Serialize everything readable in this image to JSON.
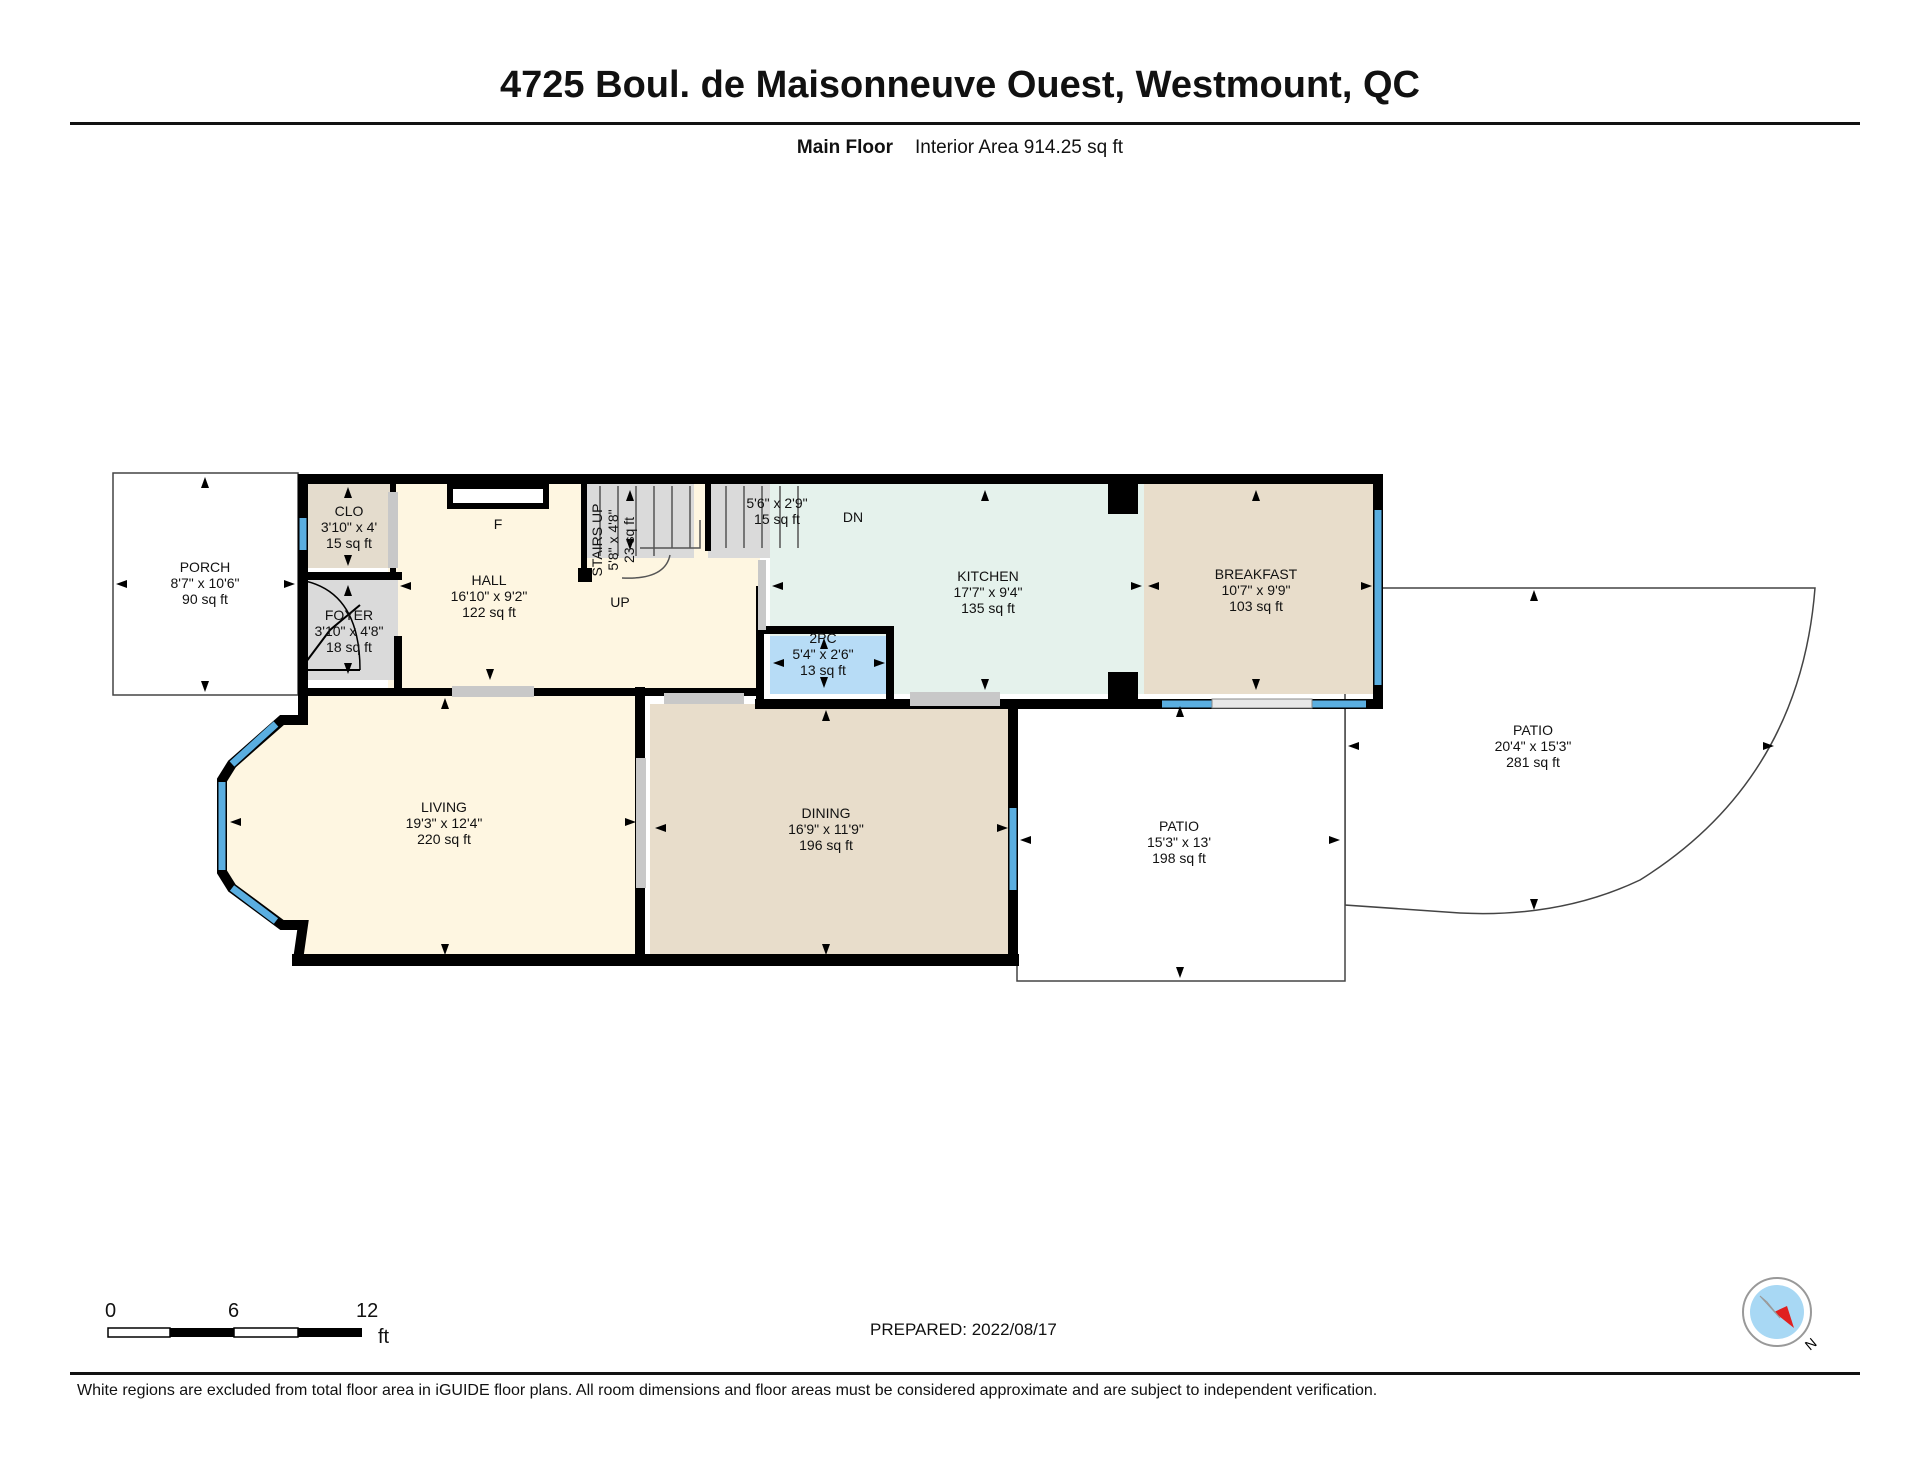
{
  "header": {
    "address": "4725 Boul. de Maisonneuve Ouest, Westmount, QC",
    "floor_name": "Main Floor",
    "interior_area": "Interior Area 914.25 sq ft"
  },
  "rooms": {
    "porch": {
      "name": "PORCH",
      "dims": "8'7\" x 10'6\"",
      "area": "90 sq ft"
    },
    "clo": {
      "name": "CLO",
      "dims": "3'10\" x 4'",
      "area": "15 sq ft"
    },
    "foyer": {
      "name": "FOYER",
      "dims": "3'10\" x 4'8\"",
      "area": "18 sq ft"
    },
    "hall": {
      "name": "HALL",
      "dims": "16'10\" x 9'2\"",
      "area": "122 sq ft"
    },
    "stairs_up": {
      "name": "STAIRS UP",
      "dims": "5'8\" x 4'8\"",
      "area": "23 sq ft"
    },
    "stairs_down": {
      "dims": "5'6\" x 2'9\"",
      "area": "15 sq ft"
    },
    "kitchen": {
      "name": "KITCHEN",
      "dims": "17'7\" x 9'4\"",
      "area": "135 sq ft"
    },
    "pc2": {
      "name": "2PC",
      "dims": "5'4\" x 2'6\"",
      "area": "13 sq ft"
    },
    "breakfast": {
      "name": "BREAKFAST",
      "dims": "10'7\" x 9'9\"",
      "area": "103 sq ft"
    },
    "living": {
      "name": "LIVING",
      "dims": "19'3\" x 12'4\"",
      "area": "220 sq ft"
    },
    "dining": {
      "name": "DINING",
      "dims": "16'9\" x 11'9\"",
      "area": "196 sq ft"
    },
    "patio_small": {
      "name": "PATIO",
      "dims": "15'3\" x 13'",
      "area": "198 sq ft"
    },
    "patio_large": {
      "name": "PATIO",
      "dims": "20'4\" x 15'3\"",
      "area": "281 sq ft"
    }
  },
  "markers": {
    "fireplace": "F",
    "stairs_up_arrow": "UP",
    "stairs_down_arrow": "DN"
  },
  "scale": {
    "labels": [
      "0",
      "6",
      "12"
    ],
    "unit": "ft"
  },
  "compass": {
    "direction": "N"
  },
  "prepared": "PREPARED: 2022/08/17",
  "footer_note": "White regions are excluded from total floor area in iGUIDE floor plans. All room dimensions and floor areas must be considered approximate and are subject to independent verification.",
  "colors": {
    "wall": "#000000",
    "window": "#5aaee0",
    "door": "#c8c8c8",
    "hall_living": "#fef6e1",
    "kitchen": "#e5f2ec",
    "breakfast_dining": "#e8ddcb",
    "closet": "#e4dccd",
    "foyer_stairs": "#dadada",
    "bathroom": "#b7dcf6"
  }
}
